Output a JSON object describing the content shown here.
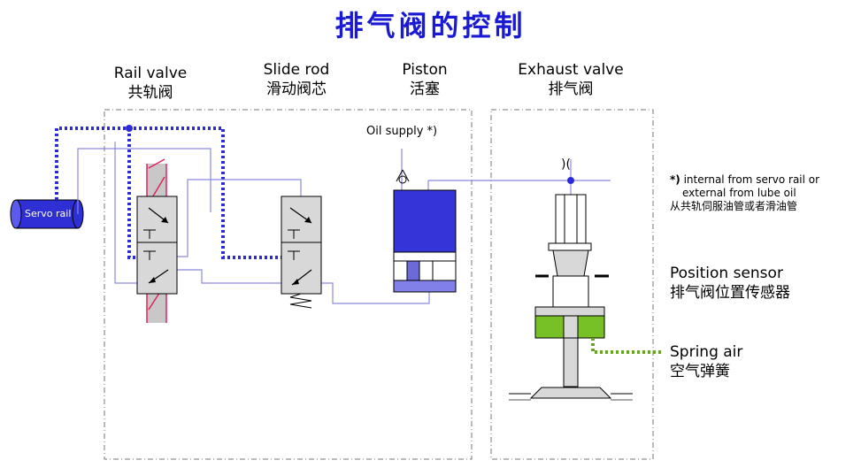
{
  "title": "排气阀的控制",
  "components": {
    "rail_valve": {
      "en": "Rail valve",
      "zh": "共轨阀"
    },
    "slide_rod": {
      "en": "Slide rod",
      "zh": "滑动阀芯"
    },
    "piston": {
      "en": "Piston",
      "zh": "活塞"
    },
    "exhaust_valve": {
      "en": "Exhaust valve",
      "zh": "排气阀"
    }
  },
  "servo_rail": "Servo rail",
  "oil_supply": "Oil supply *)",
  "note": {
    "marker": "*)",
    "line1": "internal from servo rail or",
    "line2": "external from lube oil",
    "zh": "从共轨伺服油管或者滑油管"
  },
  "position_sensor": {
    "en": "Position sensor",
    "zh": "排气阀位置传感器"
  },
  "spring_air": {
    "en": "Spring air",
    "zh": "空气弹簧"
  },
  "colors": {
    "title": "#1a1ad6",
    "servo_line": "#2b2bd9",
    "spring_line": "#6aa32a",
    "cylinder": "#3434d8",
    "spring_air_block": "#77c127"
  }
}
